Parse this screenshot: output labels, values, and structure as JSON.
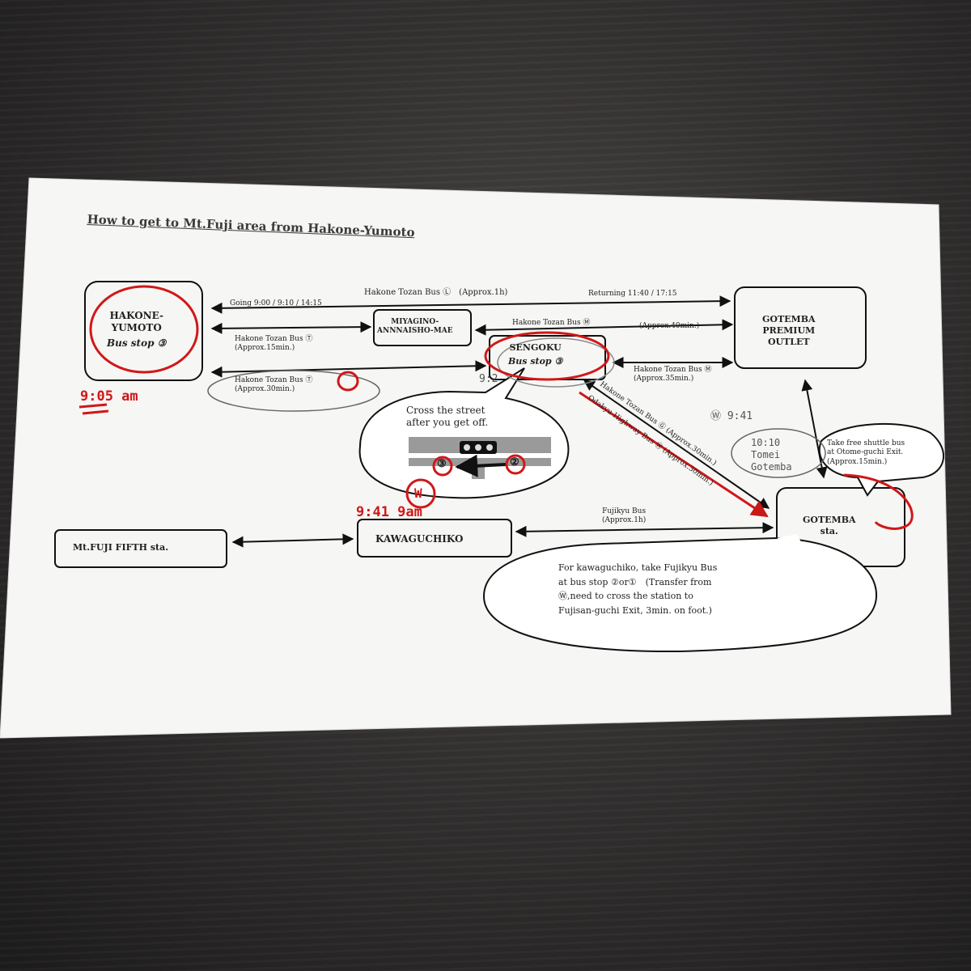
{
  "title": "How to get to Mt.Fuji area from Hakone-Yumoto",
  "stops": {
    "hakone_yumoto": [
      "HAKONE-",
      "YUMOTO"
    ],
    "hakone_yumoto_stop": "Bus stop ③",
    "miyagino": [
      "MIYAGINO-",
      "ANNNAISHO-MAE"
    ],
    "sengoku": "SENGOKU",
    "sengoku_stop": "Bus stop ③",
    "gotemba_outlet": [
      "GOTEMBA",
      "PREMIUM",
      "OUTLET"
    ],
    "gotemba_sta": [
      "GOTEMBA",
      "sta."
    ],
    "kawaguchiko": "KAWAGUCHIKO",
    "fifth": "Mt.FUJI FIFTH sta."
  },
  "routes": {
    "top_bus": "Hakone Tozan Bus Ⓛ　(Approx.1h)",
    "going": "Going 9:00 / 9:10 / 14:15",
    "returning": "Returning 11:40 / 17:15",
    "bus_t1": [
      "Hakone Tozan Bus Ⓣ",
      "(Approx.15min.)"
    ],
    "bus_m_top": "Hakone Tozan Bus Ⓜ",
    "approx40": "(Approx.40min.)",
    "bus_t2": [
      "Hakone Tozan Bus Ⓣ",
      "(Approx.30min.)"
    ],
    "bus_m_right": [
      "Hakone Tozan Bus Ⓜ",
      "(Approx.35min.)"
    ],
    "diag1": "Hakone Tozan Bus Ⓖ (Approx.30min.)",
    "diag2": "Odakyu Highway Bus Ⓦ (Approx.30min.)",
    "fujikyu": [
      "Fujikyu Bus",
      "(Approx.1h)"
    ]
  },
  "callouts": {
    "cross": [
      "Cross the street",
      "after you get off."
    ],
    "shuttle": [
      "Take free shuttle bus",
      "at Otome-guchi Exit.",
      "(Approx.15min.)"
    ],
    "kawaguchiko_note": [
      "For kawaguchiko, take Fujikyu Bus",
      "at bus stop ②or①　(Transfer from",
      "Ⓦ,need to cross the station to",
      "Fujisan-guchi Exit, 3min. on foot.)"
    ],
    "stop3": "③",
    "stop2": "②"
  },
  "handwritten": {
    "yumoto_time": "9:05 am",
    "sengoku_time": "9:2",
    "w_mark": "W",
    "kawaguchiko_time": "9:41 9am",
    "w_time": "Ⓦ 9:41",
    "tomei": [
      "10:10",
      "Tomei",
      "Gotemba"
    ]
  }
}
